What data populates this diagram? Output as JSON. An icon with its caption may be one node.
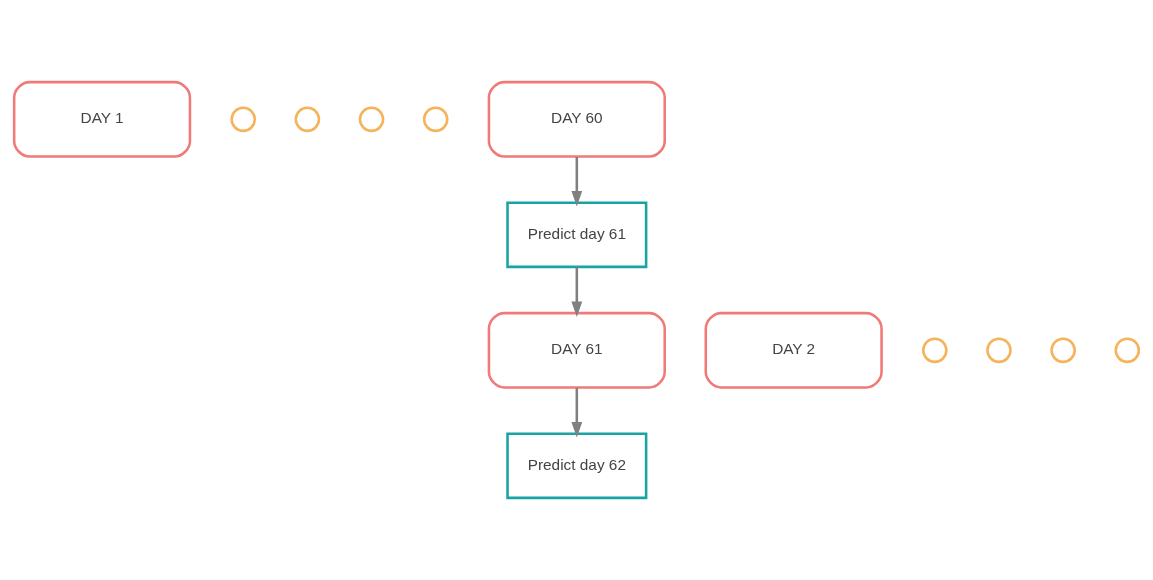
{
  "diagram": {
    "nodes": [
      {
        "text": [
          "DAY 1"
        ]
      },
      {
        "text": [],
        "shape": "circle"
      },
      {
        "text": [],
        "shape": "circle"
      },
      {
        "text": [],
        "shape": "circle"
      },
      {
        "text": [],
        "shape": "circle"
      },
      {
        "text": [
          "DAY 60"
        ]
      },
      {
        "text": [
          "Predict day 61"
        ]
      },
      {
        "text": [
          "DAY 2"
        ]
      },
      {
        "text": [],
        "shape": "circle"
      },
      {
        "text": [],
        "shape": "circle"
      },
      {
        "text": [],
        "shape": "circle"
      },
      {
        "text": [],
        "shape": "circle"
      },
      {
        "text": [
          "DAY 61"
        ]
      },
      {
        "text": [
          "Predict day 62"
        ]
      }
    ],
    "edges": [
      {
        "from": 5,
        "to": 6,
        "arrow": "to"
      },
      {
        "from": 6,
        "to": 12,
        "arrow": "to"
      },
      {
        "from": 12,
        "to": 13,
        "arrow": "to"
      }
    ]
  }
}
